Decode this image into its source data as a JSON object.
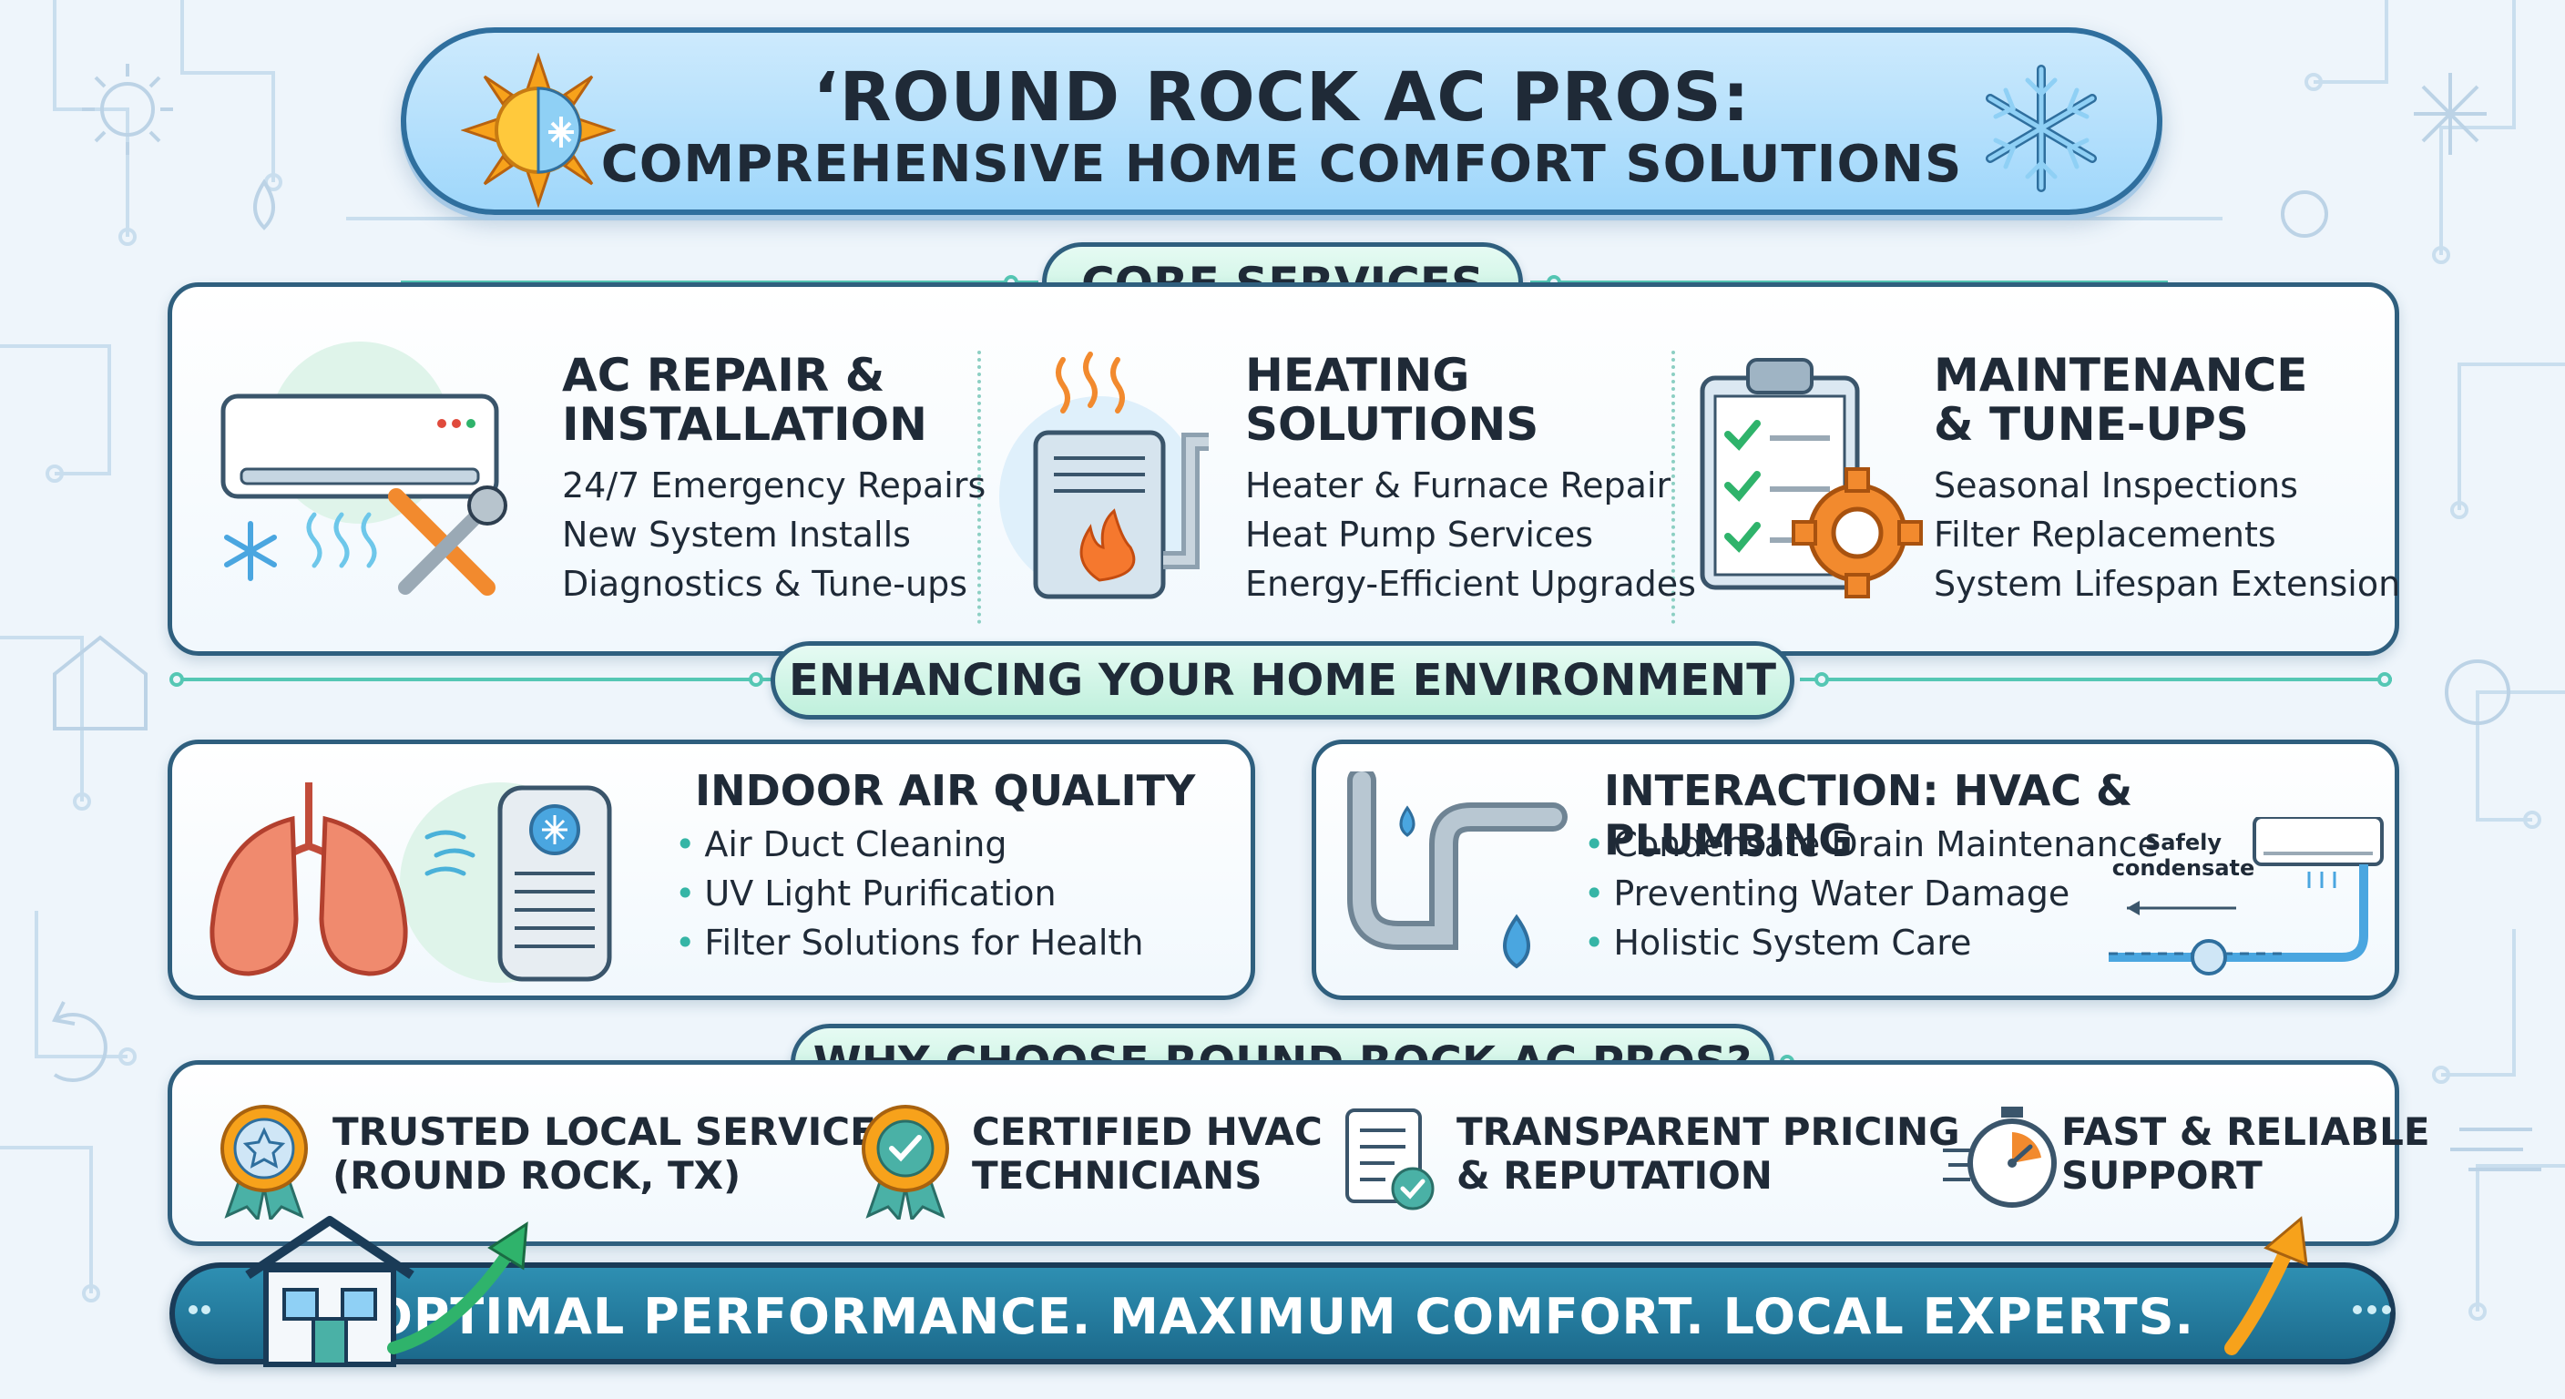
{
  "title": {
    "line1": "‘ROUND ROCK AC PROS:",
    "line2": "COMPREHENSIVE HOME COMFORT SOLUTIONS"
  },
  "core_services": {
    "heading": "CORE SERVICES",
    "cards": [
      {
        "title_lines": [
          "AC REPAIR &",
          "INSTALLATION"
        ],
        "items": [
          "24/7 Emergency Repairs",
          "New System Installs",
          "Diagnostics & Tune-ups"
        ],
        "icon": "air-conditioner-wrench-icon"
      },
      {
        "title_lines": [
          "HEATING",
          "SOLUTIONS"
        ],
        "items": [
          "Heater & Furnace Repair",
          "Heat Pump Services",
          "Energy-Efficient Upgrades"
        ],
        "icon": "furnace-flame-icon"
      },
      {
        "title_lines": [
          "MAINTENANCE",
          "& TUNE-UPS"
        ],
        "items": [
          "Seasonal Inspections",
          "Filter Replacements",
          "System Lifespan Extension"
        ],
        "icon": "clipboard-gear-icon"
      }
    ]
  },
  "environment": {
    "heading": "ENHANCING YOUR HOME ENVIRONMENT",
    "air_quality": {
      "title": "INDOOR AIR QUALITY",
      "items": [
        "Air Duct Cleaning",
        "UV Light Purification",
        "Filter Solutions for Health"
      ],
      "icon": "lungs-air-purifier-icon"
    },
    "plumbing": {
      "title": "INTERACTION: HVAC & PLUMBING",
      "items": [
        "Condensate Drain Maintenance",
        "Preventing Water Damage",
        "Holistic System Care"
      ],
      "diagram_label": "Safely condensate",
      "icon": "pipes-water-drop-icon"
    }
  },
  "why_choose": {
    "heading": "WHY CHOOSE ROUND ROCK AC PROS?",
    "reasons": [
      {
        "lines": [
          "TRUSTED LOCAL SERVICE",
          "(ROUND ROCK, TX)"
        ],
        "icon": "star-badge-icon"
      },
      {
        "lines": [
          "CERTIFIED HVAC",
          "TECHNICIANS"
        ],
        "icon": "check-badge-icon"
      },
      {
        "lines": [
          "TRANSPARENT PRICING",
          "& REPUTATION"
        ],
        "icon": "document-check-icon"
      },
      {
        "lines": [
          "FAST & RELIABLE",
          "SUPPORT"
        ],
        "icon": "stopwatch-icon"
      }
    ]
  },
  "footer": {
    "tagline": "OPTIMAL PERFORMANCE. MAXIMUM COMFORT. LOCAL EXPERTS."
  },
  "colors": {
    "navy": "#2f5f7e",
    "teal": "#35b5a6",
    "sky": "#9fd7fb",
    "mint": "#bff0dc",
    "orange": "#f28a2e"
  }
}
